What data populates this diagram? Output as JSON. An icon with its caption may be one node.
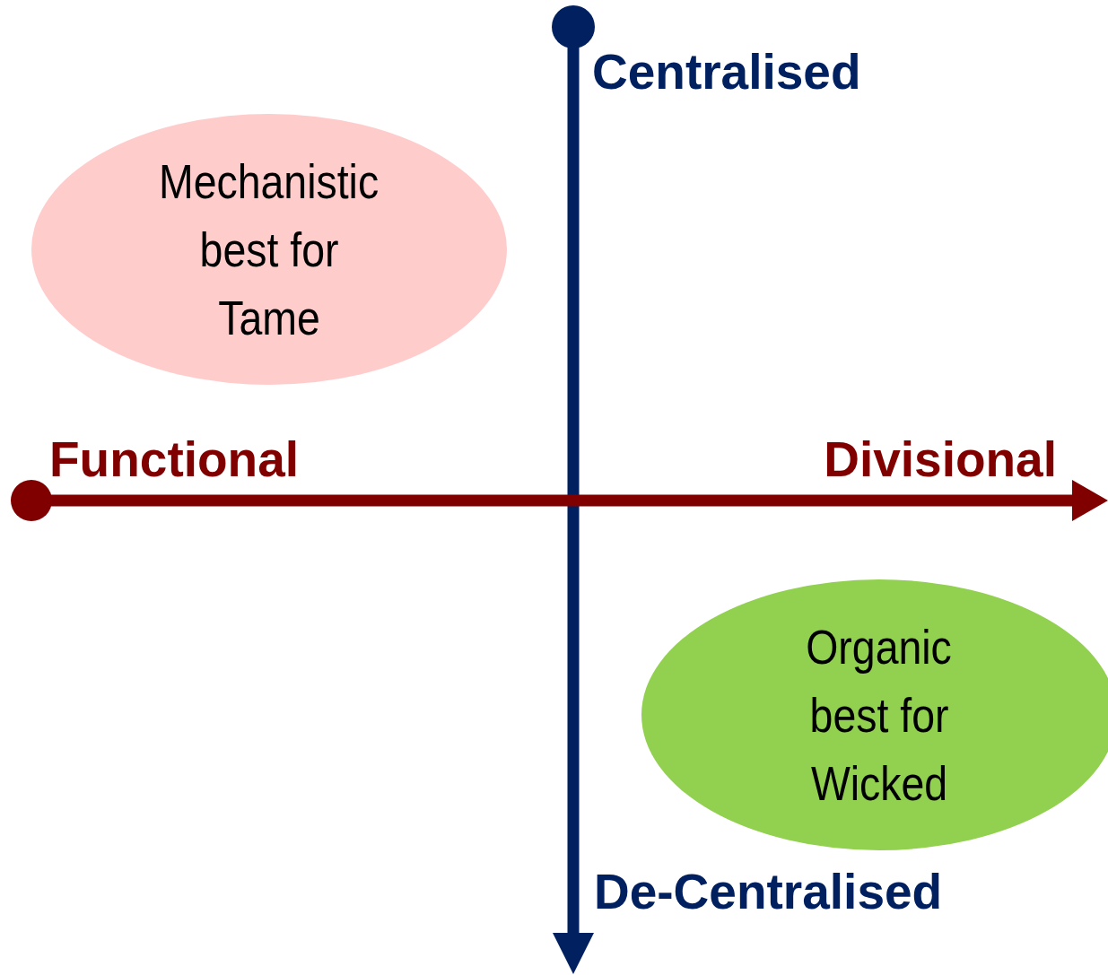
{
  "diagram": {
    "nodes": [
      {
        "text": [
          "Mechanistic",
          "best for Tame"
        ]
      },
      {
        "text": [
          "Organic",
          "best for Wicked"
        ]
      }
    ],
    "labels": [
      "Centralised",
      "Functional",
      "Divisional",
      "De-Centralised"
    ]
  }
}
